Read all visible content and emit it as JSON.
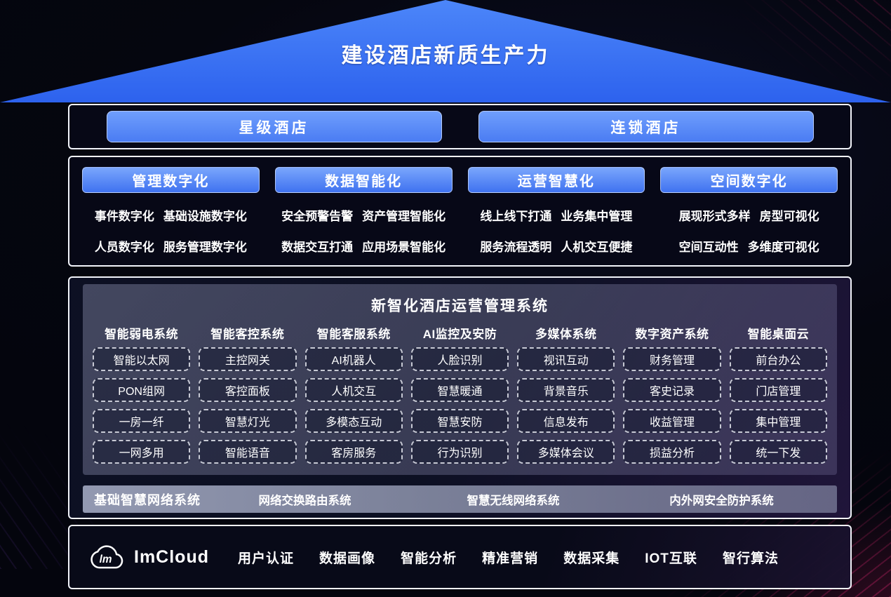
{
  "roof": {
    "title": "建设酒店新质生产力"
  },
  "hotel_types": [
    "星级酒店",
    "连锁酒店"
  ],
  "categories": [
    {
      "title": "管理数字化",
      "rows": [
        [
          "事件数字化",
          "基础设施数字化"
        ],
        [
          "人员数字化",
          "服务管理数字化"
        ]
      ]
    },
    {
      "title": "数据智能化",
      "rows": [
        [
          "安全预警告警",
          "资产管理智能化"
        ],
        [
          "数据交互打通",
          "应用场景智能化"
        ]
      ]
    },
    {
      "title": "运营智慧化",
      "rows": [
        [
          "线上线下打通",
          "业务集中管理"
        ],
        [
          "服务流程透明",
          "人机交互便捷"
        ]
      ]
    },
    {
      "title": "空间数字化",
      "rows": [
        [
          "展现形式多样",
          "房型可视化"
        ],
        [
          "空间互动性",
          "多维度可视化"
        ]
      ]
    }
  ],
  "system": {
    "title": "新智化酒店运营管理系统",
    "columns": [
      {
        "title": "智能弱电系统",
        "items": [
          "智能以太网",
          "PON组网",
          "一房一纤",
          "一网多用"
        ]
      },
      {
        "title": "智能客控系统",
        "items": [
          "主控网关",
          "客控面板",
          "智慧灯光",
          "智能语音"
        ]
      },
      {
        "title": "智能客服系统",
        "items": [
          "AI机器人",
          "人机交互",
          "多模态互动",
          "客房服务"
        ]
      },
      {
        "title": "AI监控及安防",
        "items": [
          "人脸识别",
          "智慧暖通",
          "智慧安防",
          "行为识别"
        ]
      },
      {
        "title": "多媒体系统",
        "items": [
          "视讯互动",
          "背景音乐",
          "信息发布",
          "多媒体会议"
        ]
      },
      {
        "title": "数字资产系统",
        "items": [
          "财务管理",
          "客史记录",
          "收益管理",
          "损益分析"
        ]
      },
      {
        "title": "智能桌面云",
        "items": [
          "前台办公",
          "门店管理",
          "集中管理",
          "统一下发"
        ]
      }
    ]
  },
  "network": {
    "title": "基础智慧网络系统",
    "items": [
      "网络交换路由系统",
      "智慧无线网络系统",
      "内外网安全防护系统"
    ]
  },
  "footer": {
    "brand": "ImCloud",
    "logo_icon": "cloud-icon",
    "items": [
      "用户认证",
      "数据画像",
      "智能分析",
      "精准营销",
      "数据采集",
      "IOT互联",
      "智行算法"
    ]
  },
  "colors": {
    "roof_blue": "#3570f2",
    "pill_blue": "#5b8ff9",
    "panel_inner_gray": "#6a7090",
    "network_bar_gray": "#9aa1ba",
    "accent_pink": "#ff2d7d",
    "background": "#05060f"
  }
}
